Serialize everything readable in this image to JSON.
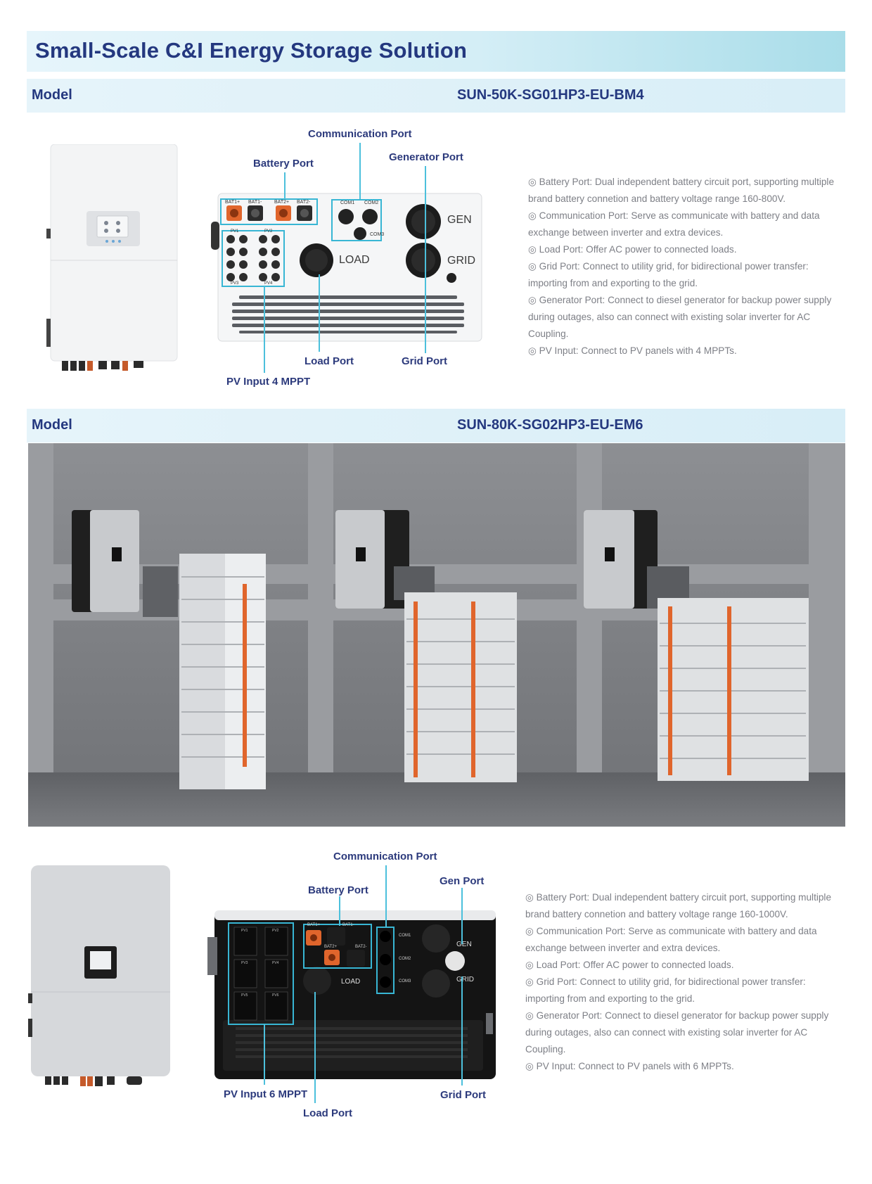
{
  "page": {
    "title": "Small-Scale C&I Energy Storage Solution"
  },
  "section1": {
    "model_label": "Model",
    "model_value": "SUN-50K-SG01HP3-EU-BM4",
    "panel": {
      "bat_labels": [
        "BAT1+",
        "BAT1-",
        "BAT2+",
        "BAT2-"
      ],
      "com_labels": [
        "COM1",
        "COM2",
        "COM3"
      ],
      "pv_labels": [
        "PV1",
        "PV2",
        "PV3",
        "PV4"
      ],
      "load_label": "LOAD",
      "gen_label": "GEN",
      "grid_label": "GRID"
    },
    "callouts": {
      "communication_port": "Communication Port",
      "battery_port": "Battery Port",
      "generator_port": "Generator Port",
      "load_port": "Load Port",
      "grid_port": "Grid Port",
      "pv_input": "PV Input 4 MPPT"
    },
    "features": [
      "◎ Battery Port: Dual independent battery circuit port, supporting multiple brand battery connetion and battery voltage range 160-800V.",
      "◎ Communication Port: Serve as communicate with battery and data exchange between inverter and extra devices.",
      "◎ Load Port: Offer AC power to connected loads.",
      "◎ Grid Port: Connect to utility grid, for bidirectional power transfer: importing from and exporting to the grid.",
      "◎ Generator Port: Connect to diesel generator for backup power supply during outages, also can connect with existing solar inverter for AC Coupling.",
      "◎ PV Input: Connect to PV panels with 4 MPPTs."
    ]
  },
  "section2": {
    "model_label": "Model",
    "model_value": "SUN-80K-SG02HP3-EU-EM6",
    "panel": {
      "bat_labels": [
        "BAT1+",
        "BAT1-",
        "BAT2+",
        "BAT2-"
      ],
      "com_labels": [
        "COM1",
        "COM2",
        "COM3"
      ],
      "pv_labels": [
        "PV1",
        "PV2",
        "PV3",
        "PV4",
        "PV5",
        "PV6"
      ],
      "load_label": "LOAD",
      "gen_label": "GEN",
      "grid_label": "GRID"
    },
    "callouts": {
      "communication_port": "Communication Port",
      "battery_port": "Battery Port",
      "gen_port": "Gen Port",
      "pv_input": "PV Input 6 MPPT",
      "load_port": "Load Port",
      "grid_port": "Grid Port"
    },
    "features": [
      "◎ Battery Port: Dual independent battery circuit port, supporting multiple brand battery connetion and battery voltage range 160-1000V.",
      "◎ Communication Port: Serve as communicate with battery and data exchange between inverter and extra devices.",
      "◎ Load Port: Offer AC power to connected loads.",
      "◎ Grid Port: Connect to utility grid, for bidirectional power transfer: importing from and exporting to the grid.",
      "◎ Generator Port: Connect to diesel generator for backup power supply during outages, also can connect with existing solar inverter for AC Coupling.",
      "◎ PV Input: Connect to PV panels with 6 MPPTs."
    ]
  },
  "colors": {
    "heading": "#24387f",
    "accent_line": "#4cc0dc",
    "body_text": "#7d7f86",
    "connector_orange": "#e0652c"
  }
}
